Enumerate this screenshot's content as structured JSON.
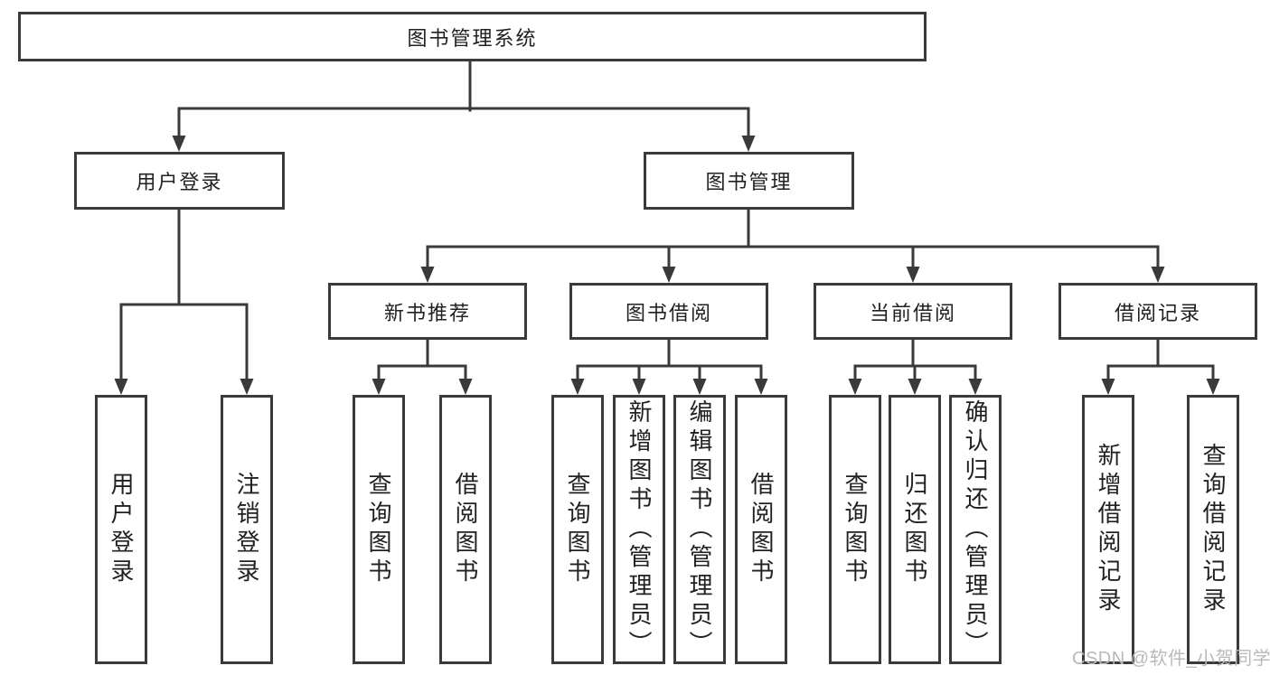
{
  "colors": {
    "line": "#3a3a3a",
    "box_border": "#3a3a3a",
    "text": "#212121",
    "box_background": "#ffffff",
    "background": "#ffffff",
    "watermark": "#b9b9b9"
  },
  "watermark": {
    "text": "CSDN @软件_小贺同学"
  },
  "tree": {
    "root": {
      "label": "图书管理系统",
      "children": [
        {
          "label": "用户登录",
          "children": [
            {
              "label": "用户登录"
            },
            {
              "label": "注销登录"
            }
          ]
        },
        {
          "label": "图书管理",
          "children": [
            {
              "label": "新书推荐",
              "children": [
                {
                  "label": "查询图书"
                },
                {
                  "label": "借阅图书"
                }
              ]
            },
            {
              "label": "图书借阅",
              "children": [
                {
                  "label": "查询图书"
                },
                {
                  "label": "新增图书（管理员）"
                },
                {
                  "label": "编辑图书（管理员）"
                },
                {
                  "label": "借阅图书"
                }
              ]
            },
            {
              "label": "当前借阅",
              "children": [
                {
                  "label": "查询图书"
                },
                {
                  "label": "归还图书"
                },
                {
                  "label": "确认归还（管理员）"
                }
              ]
            },
            {
              "label": "借阅记录",
              "children": [
                {
                  "label": "新增借阅记录"
                },
                {
                  "label": "查询借阅记录"
                }
              ]
            }
          ]
        }
      ]
    }
  }
}
